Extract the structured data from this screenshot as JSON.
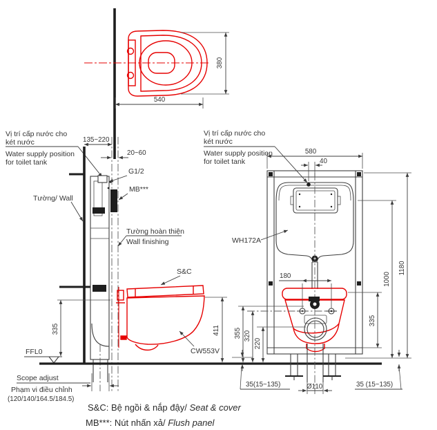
{
  "colors": {
    "red": "#e60000",
    "blue": "#2424c4",
    "line": "#3c3c3c",
    "dark": "#1e1e1e"
  },
  "top_view": {
    "dim_width": "540",
    "dim_depth": "380"
  },
  "side_view": {
    "water_supply_label": {
      "vi_line1": "Vị trí cấp nước cho",
      "vi_line2": "két nước",
      "en_line1": "Water supply position",
      "en_line2": "for toilet tank"
    },
    "dims": {
      "wall_to_finish": "135~220",
      "finish_thickness": "20~60",
      "height_335": "335",
      "bowl_height": "411"
    },
    "labels": {
      "thread_size": "G1/2",
      "flush_panel_code": "MB***",
      "wall_vi_en": "Tường/ Wall",
      "wall_finishing_vi": "Tường hoàn thiện",
      "wall_finishing_en": "Wall finishing",
      "seat_cover_code": "S&C",
      "bowl_model": "CW553V",
      "floor_level": "FFL0",
      "scope_adjust_en": "Scope adjust",
      "scope_adjust_vi": "Phạm vi điều chỉnh",
      "scope_adjust_values": "(120/140/164.5/184.5)"
    }
  },
  "front_view": {
    "water_supply_label": {
      "vi_line1": "Vị trí cấp nước cho",
      "vi_line2": "két nước",
      "en_line1": "Water supply position",
      "en_line2": "for toilet tank"
    },
    "labels": {
      "frame_model": "WH172A",
      "drain_diameter": "Ø110"
    },
    "dims": {
      "frame_width": "580",
      "supply_offset": "40",
      "bolt_spacing": "180",
      "frame_height": "1180",
      "height_1000": "1000",
      "height_335": "335",
      "height_355": "355",
      "height_320": "320",
      "height_220": "220",
      "floor_clearance_left": "35(15~135)",
      "floor_clearance_right": "35 (15~135)"
    }
  },
  "legend": {
    "seat_cover_text": "S&C: Bệ ngồi & nắp đậy/ ",
    "seat_cover_italic": "Seat & cover",
    "flush_panel_text": "MB***: Nút nhấn xả/ ",
    "flush_panel_italic": "Flush panel"
  }
}
